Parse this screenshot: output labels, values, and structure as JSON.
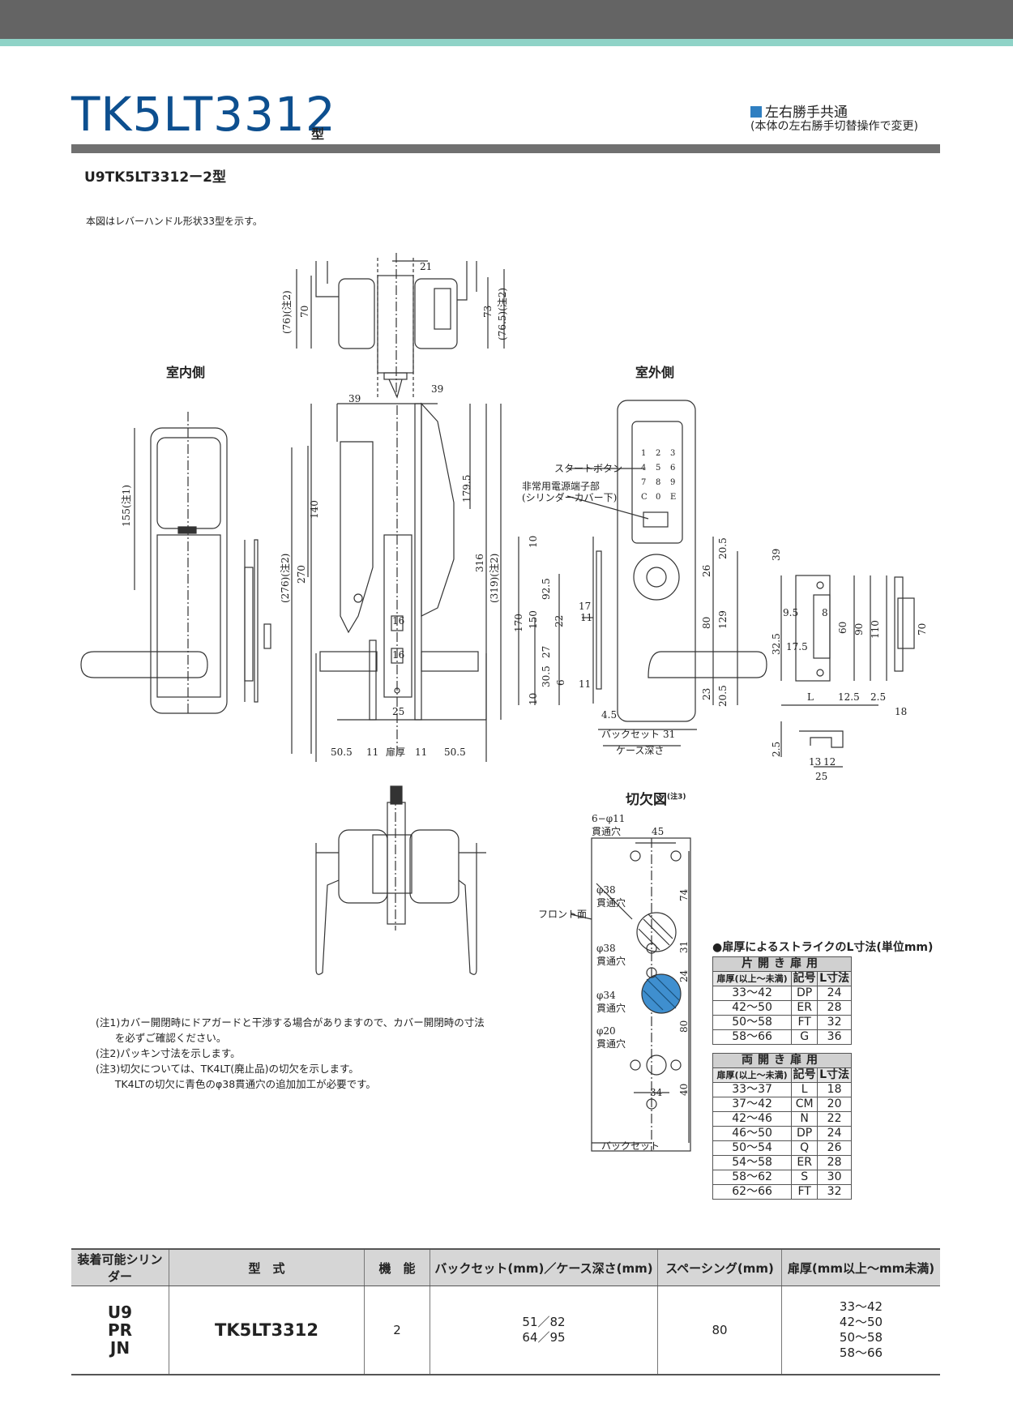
{
  "header": {
    "title": "TK5LT3312",
    "title_suffix": "型",
    "hand_note": "左右勝手共通",
    "hand_note_sub": "(本体の左右勝手切替操作で変更)",
    "variant": "U9TK5LT3312ー2型",
    "caption": "本図はレバーハンドル形状33型を示す。"
  },
  "views": {
    "indoor": "室内側",
    "outdoor": "室外側",
    "cutout": "切欠図",
    "cutout_note": "(注3)"
  },
  "callouts": {
    "start_button": "スタートボタン",
    "emergency_line1": "非常用電源端子部",
    "emergency_line2": "(シリンダーカバー下)",
    "backset": "バックセット",
    "case_depth": "ケース深さ",
    "door_thickness": "扉厚",
    "front_face": "フロント面",
    "hole_6": "6−φ11",
    "through": "貫通穴",
    "hole_38a": "φ38",
    "hole_38b": "φ38",
    "hole_34": "φ34",
    "hole_20": "φ20"
  },
  "keypad": [
    "1",
    "2",
    "3",
    "4",
    "5",
    "6",
    "7",
    "8",
    "9",
    "C",
    "0",
    "E"
  ],
  "dims": {
    "top_21": "21",
    "top_70": "70",
    "top_76": "(76)(注2)",
    "top_73": "73",
    "top_765": "(76.5)(注2)",
    "d39a": "39",
    "d39b": "39",
    "d155": "155(注1)",
    "d140": "140",
    "d270": "270",
    "d276": "(276)(注2)",
    "d1795": "179.5",
    "d316": "316",
    "d319": "(319)(注2)",
    "d16a": "16",
    "d16b": "16",
    "d25": "25",
    "d505a": "50.5",
    "d11a": "11",
    "d11b": "11",
    "d505b": "50.5",
    "o10a": "10",
    "o170": "170",
    "o150": "150",
    "o925": "92.5",
    "o27": "27",
    "o305": "30.5",
    "o10b": "10",
    "o22": "22",
    "o17": "17",
    "o11a": "11",
    "o6": "6",
    "o11b": "11",
    "o45": "4.5",
    "o31": "31",
    "o205a": "20.5",
    "o26": "26",
    "o80": "80",
    "o129": "129",
    "o23": "23",
    "o205b": "20.5",
    "s39": "39",
    "s95": "9.5",
    "s8": "8",
    "s175": "17.5",
    "s325": "32.5",
    "s60": "60",
    "s90": "90",
    "s110": "110",
    "sL": "L",
    "s125": "12.5",
    "s25a": "2.5",
    "s70": "70",
    "s18": "18",
    "s25b": "2.5",
    "s13": "13",
    "s12": "12",
    "s25c": "25",
    "c45": "45",
    "c74": "74",
    "c31": "31",
    "c24": "24",
    "c80": "80",
    "c40": "40",
    "c34": "34"
  },
  "notes": [
    "(注1)カバー開閉時にドアガードと干渉する場合がありますので、カバー開閉時の寸法",
    "      を必ずご確認ください。",
    "(注2)パッキン寸法を示します。",
    "(注3)切欠については、TK4LT(廃止品)の切欠を示します。",
    "      TK4LTの切欠に青色のφ38貫通穴の追加加工が必要です。"
  ],
  "strike": {
    "title": "●扉厚によるストライクのL寸法(単位mm)",
    "single": {
      "caption": "片開き扉用",
      "headers": [
        "扉厚(以上〜未満)",
        "記号",
        "L寸法"
      ],
      "rows": [
        [
          "33〜42",
          "DP",
          "24"
        ],
        [
          "42〜50",
          "ER",
          "28"
        ],
        [
          "50〜58",
          "FT",
          "32"
        ],
        [
          "58〜66",
          "G",
          "36"
        ]
      ]
    },
    "double": {
      "caption": "両開き扉用",
      "headers": [
        "扉厚(以上〜未満)",
        "記号",
        "L寸法"
      ],
      "rows": [
        [
          "33〜37",
          "L",
          "18"
        ],
        [
          "37〜42",
          "CM",
          "20"
        ],
        [
          "42〜46",
          "N",
          "22"
        ],
        [
          "46〜50",
          "DP",
          "24"
        ],
        [
          "50〜54",
          "Q",
          "26"
        ],
        [
          "54〜58",
          "ER",
          "28"
        ],
        [
          "58〜62",
          "S",
          "30"
        ],
        [
          "62〜66",
          "FT",
          "32"
        ]
      ]
    }
  },
  "spec": {
    "headers": [
      "装着可能シリンダー",
      "型　式",
      "機　能",
      "バックセット(mm)／ケース深さ(mm)",
      "スペーシング(mm)",
      "扉厚(mm以上〜mm未満)"
    ],
    "cylinders": [
      "U9",
      "PR",
      "JN"
    ],
    "model": "TK5LT3312",
    "function": "2",
    "backset": [
      "51／82",
      "64／95"
    ],
    "spacing": "80",
    "door": [
      "33〜42",
      "42〜50",
      "50〜58",
      "58〜66"
    ]
  },
  "colors": {
    "title": "#0d4f8f",
    "accent_stripe": "#8fd3c7",
    "header_bar": "#646464",
    "blue_hole": "#3f8fcf"
  }
}
